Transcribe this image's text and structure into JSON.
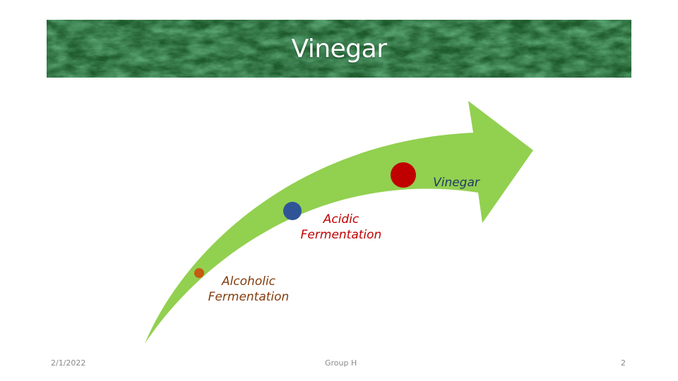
{
  "slide": {
    "title": "Vinegar",
    "banner_color": "#1e5a2c"
  },
  "diagram": {
    "arrow_color": "#92d050",
    "stages": [
      {
        "line1": "Alcoholic",
        "line2": "Fermentation",
        "dot_color": "#c55a11",
        "text_color": "#843c0c"
      },
      {
        "line1": "Acidic",
        "line2": "Fermentation",
        "dot_color": "#2f5597",
        "text_color": "#c00000"
      },
      {
        "line1": "Vinegar",
        "line2": "",
        "dot_color": "#c00000",
        "text_color": "#1f3864"
      }
    ]
  },
  "footer": {
    "date": "2/1/2022",
    "center": "Group H",
    "page": "2"
  }
}
